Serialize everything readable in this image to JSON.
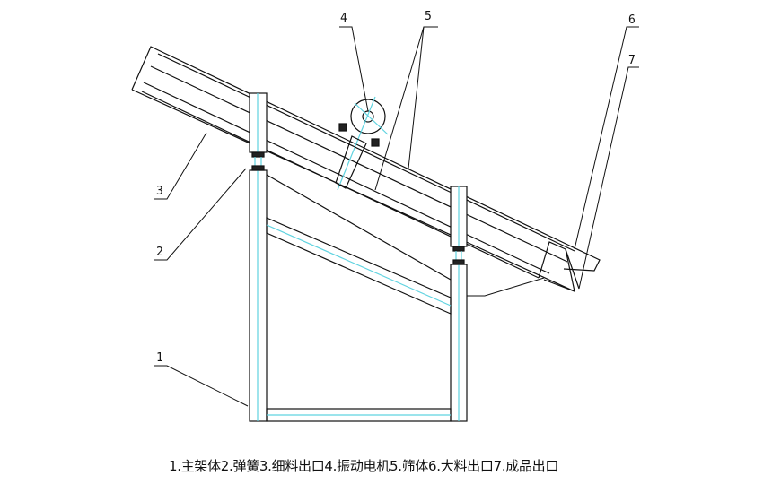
{
  "labels": {
    "l1": "1",
    "l2": "2",
    "l3": "3",
    "l4": "4",
    "l5": "5",
    "l6": "6",
    "l7": "7"
  },
  "caption": "1.主架体2.弹簧3.细料出口4.振动电机5.筛体6.大料出口7.成品出口",
  "colors": {
    "line": "#111111",
    "center": "#5fd3e0"
  }
}
